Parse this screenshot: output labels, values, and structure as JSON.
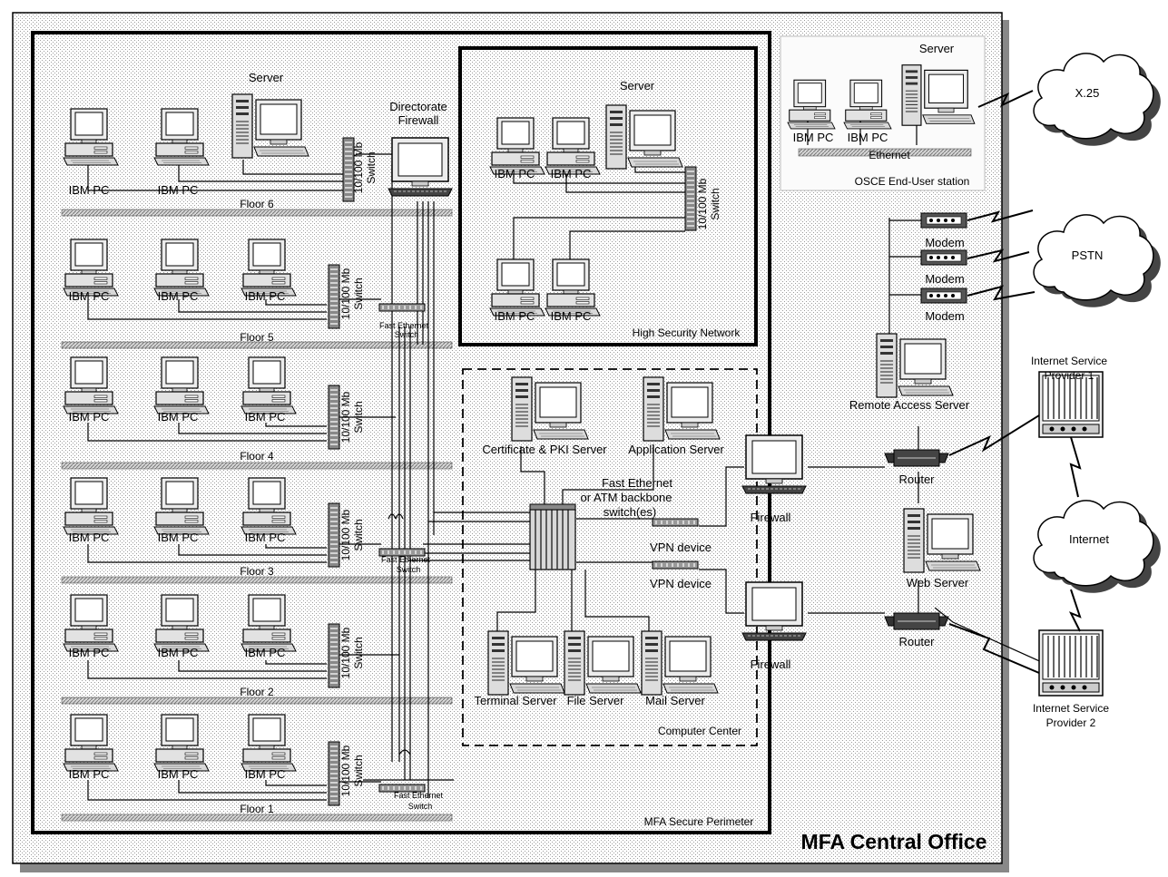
{
  "title": "MFA Central Office",
  "perimeter_label": "MFA Secure Perimeter",
  "high_security_label": "High Security Network",
  "computer_center_label": "Computer Center",
  "osce_label": "OSCE End-User station",
  "ethernet_label": "Ethernet",
  "pc_label": "IBM PC",
  "server_label": "Server",
  "switch_line1": "10/100 Mb",
  "switch_line2": "Switch",
  "fe_switch_line1": "Fast Ethernet",
  "fe_switch_line2": "Switch",
  "directorate_line1": "Directorate",
  "directorate_line2": "Firewall",
  "floors": [
    "Floor 6",
    "Floor 5",
    "Floor 4",
    "Floor 3",
    "Floor 2",
    "Floor 1"
  ],
  "cc_servers": {
    "cert": "Certificate & PKI Server",
    "app": "Application Server",
    "terminal": "Terminal Server",
    "file": "File Server",
    "mail": "Mail Server"
  },
  "backbone_lines": [
    "Fast Ethernet",
    "or ATM backbone",
    "switch(es)"
  ],
  "vpn_label": "VPN device",
  "firewall_label": "Firewall",
  "router_label": "Router",
  "web_server_label": "Web Server",
  "remote_access_label": "Remote Access Server",
  "modem_label": "Modem",
  "clouds": {
    "x25": "X.25",
    "pstn": "PSTN",
    "internet": "Internet"
  },
  "isp1_lines": [
    "Internet Service",
    "Provider 1"
  ],
  "isp2_lines": [
    "Internet Service",
    "Provider 2"
  ]
}
